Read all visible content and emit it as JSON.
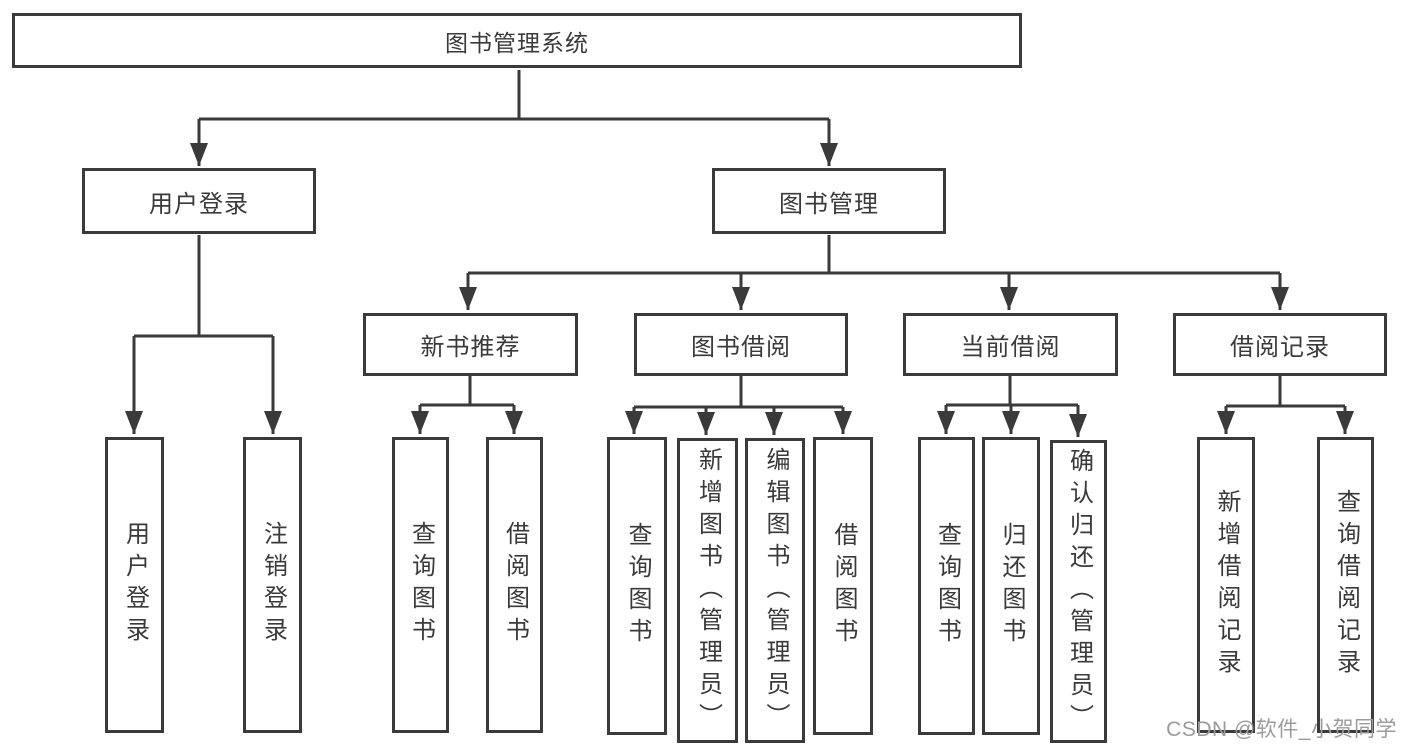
{
  "colors": {
    "line": "#3a3a3a",
    "text": "#3a3a3a",
    "watermark": "#9b9b9b",
    "background": "#ffffff"
  },
  "tree": {
    "root": "图书管理系统",
    "branches": [
      {
        "label": "用户登录",
        "children": [
          {
            "label": "用户登录"
          },
          {
            "label": "注销登录"
          }
        ]
      },
      {
        "label": "图书管理",
        "children": [
          {
            "label": "新书推荐",
            "children": [
              {
                "label": "查询图书"
              },
              {
                "label": "借阅图书"
              }
            ]
          },
          {
            "label": "图书借阅",
            "children": [
              {
                "label": "查询图书"
              },
              {
                "label": "新增图书（管理员）"
              },
              {
                "label": "编辑图书（管理员）"
              },
              {
                "label": "借阅图书"
              }
            ]
          },
          {
            "label": "当前借阅",
            "children": [
              {
                "label": "查询图书"
              },
              {
                "label": "归还图书"
              },
              {
                "label": "确认归还（管理员）"
              }
            ]
          },
          {
            "label": "借阅记录",
            "children": [
              {
                "label": "新增借阅记录"
              },
              {
                "label": "查询借阅记录"
              }
            ]
          }
        ]
      }
    ]
  },
  "watermark": {
    "text": "CSDN @软件_小贺同学"
  }
}
